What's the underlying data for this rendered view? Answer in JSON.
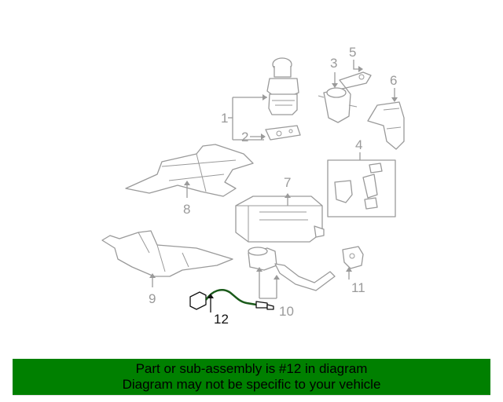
{
  "callouts": {
    "c1": "1",
    "c2": "2",
    "c3": "3",
    "c4": "4",
    "c5": "5",
    "c6": "6",
    "c7": "7",
    "c8": "8",
    "c9": "9",
    "c10": "10",
    "c11": "11",
    "c12": "12"
  },
  "highlighted_part": "12",
  "colors": {
    "banner": "#008000",
    "parts": "#9a9a9a",
    "highlight": "#111111"
  },
  "banner": {
    "line1": "Part or sub-assembly is #12 in diagram",
    "line2": "Diagram may not be specific to your vehicle"
  }
}
